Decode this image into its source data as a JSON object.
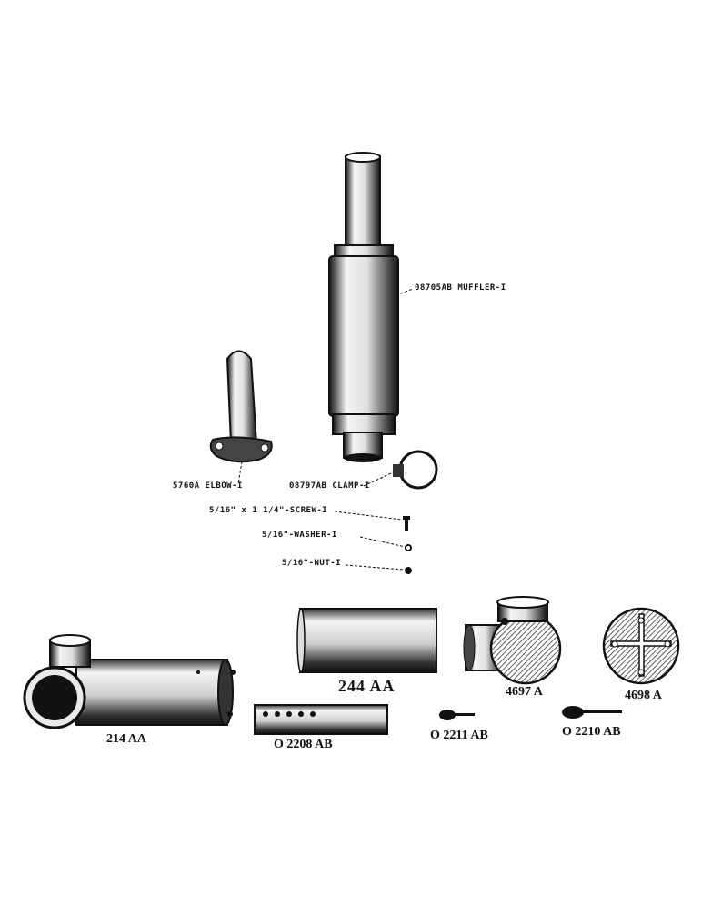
{
  "colors": {
    "ink": "#111111",
    "paper": "#ffffff"
  },
  "callouts": {
    "muffler": "08705AB MUFFLER-I",
    "elbow": "5760A ELBOW-I",
    "clamp": "08797AB CLAMP-I",
    "screw": "5/16\" x 1 1/4\"-SCREW-I",
    "washer": "5/16\"-WASHER-I",
    "nut": "5/16\"-NUT-I"
  },
  "parts": {
    "p214": "214 AA",
    "p244": "244 AA",
    "p4697": "4697 A",
    "p4698": "4698 A",
    "p2208": "O 2208 AB",
    "p2211": "O 2211 AB",
    "p2210": "O 2210 AB"
  }
}
